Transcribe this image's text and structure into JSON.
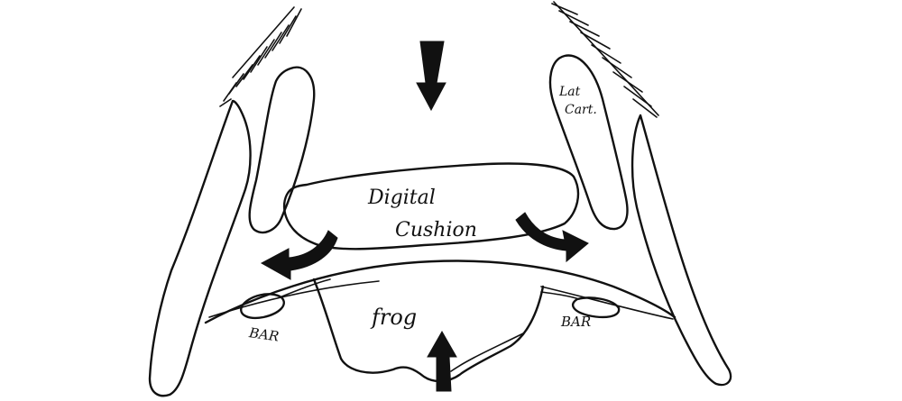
{
  "diagram": {
    "labels": {
      "digital_cushion_line1": "Digital",
      "digital_cushion_line2": "Cushion",
      "lat_cart_line1": "Lat",
      "lat_cart_line2": "Cart.",
      "frog": "frog",
      "bar_left": "BAR",
      "bar_right": "BAR"
    },
    "colors": {
      "ink": "#111111",
      "background": "#ffffff"
    },
    "arrows": [
      {
        "name": "top-down-arrow",
        "direction": "down"
      },
      {
        "name": "bottom-up-arrow",
        "direction": "up"
      },
      {
        "name": "left-curved-arrow",
        "direction": "down-left"
      },
      {
        "name": "right-curved-arrow",
        "direction": "down-right"
      }
    ]
  }
}
